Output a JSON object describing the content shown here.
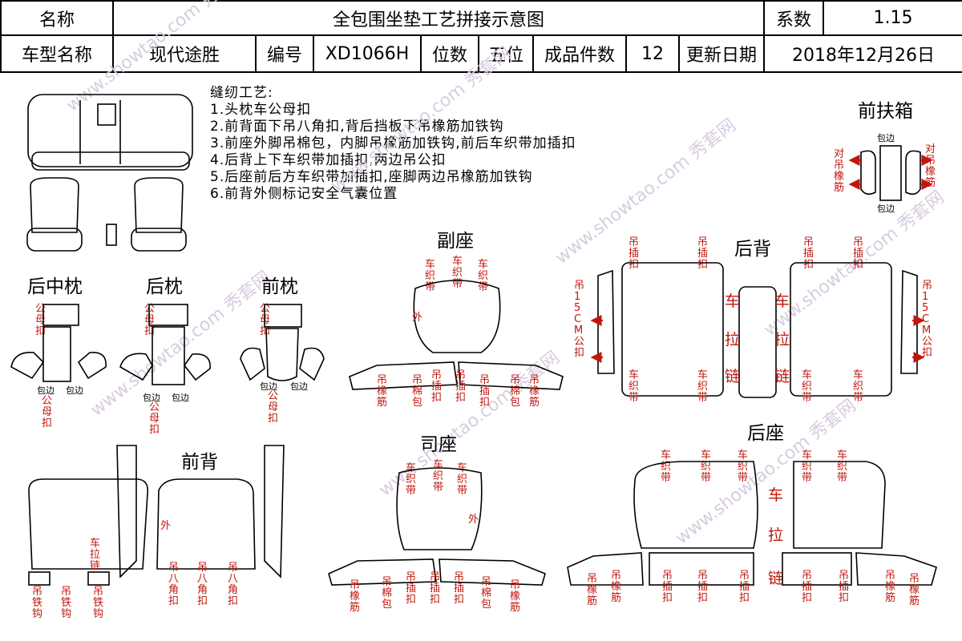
{
  "header": {
    "name_label": "名称",
    "title": "全包围坐垫工艺拼接示意图",
    "coef_label": "系数",
    "coef_value": "1.15",
    "model_label": "车型名称",
    "model_value": "现代途胜",
    "code_label": "编号",
    "code_value": "XD1066H",
    "seats_label": "位数",
    "seats_value": "五位",
    "pieces_label": "成品件数",
    "pieces_value": "12",
    "date_label": "更新日期",
    "date_value": "2018年12月26日"
  },
  "notes": {
    "title": "缝纫工艺:",
    "items": [
      "1.头枕车公母扣",
      "2.前背面下吊八角扣,背后挡板下吊橡筋加铁钩",
      "3.前座外脚吊棉包，内脚吊橡筋加铁钩,前后车织带加插扣",
      "4.后背上下车织带加插扣,两边吊公扣",
      "5.后座前后方车织带加插扣,座脚两边吊橡筋加铁钩",
      "6.前背外侧标记安全气囊位置"
    ]
  },
  "parts": {
    "armrest": "前扶箱",
    "passenger": "副座",
    "rear_back": "后背",
    "rear_mid_headrest": "后中枕",
    "rear_headrest": "后枕",
    "front_headrest": "前枕",
    "front_back": "前背",
    "driver": "司座",
    "rear_seat": "后座"
  },
  "labels": {
    "male_female_button": "公母扣",
    "edge_wrap": "包边",
    "hang_button": "吊插扣",
    "hang_elastic": "吊橡筋",
    "hang_cotton": "吊棉包",
    "webbing": "车织带",
    "outer": "外",
    "zipper": "车拉链",
    "zipper_split": [
      "车",
      "拉",
      "链"
    ],
    "hang_hook": "吊铁钩",
    "hang_octagon": "吊八角扣",
    "hang_15cm_left": "吊15CM公扣",
    "hang_15cm_right": "吊15CM公扣",
    "pair_hang_elastic": "对吊橡筋"
  },
  "watermark": "www.showtao.com 秀套网"
}
